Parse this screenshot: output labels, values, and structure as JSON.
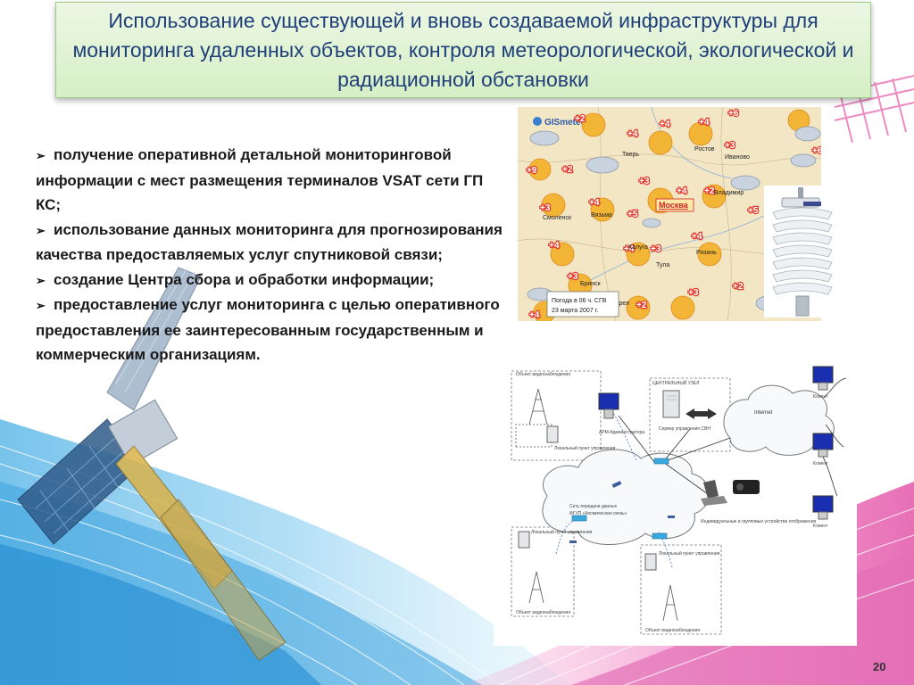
{
  "slide": {
    "title": "Использование существующей и вновь создаваемой инфраструктуры для мониторинга удаленных объектов, контроля метеорологической, экологической и радиационной обстановки",
    "bullets": [
      "получение оперативной  детальной мониторинговой информации с мест размещения терминалов VSAT сети ГП КС;",
      "использование данных мониторинга для прогнозирования  качества предоставляемых услуг спутниковой связи;",
      "создание Центра сбора и обработки информации;",
      "предоставление услуг мониторинга с целью оперативного предоставления ее заинтересованным государственным и коммерческим  организациям."
    ],
    "page_number": "20"
  },
  "weather_map": {
    "logo": "GISmeteo.ru",
    "highlight_city": "Москва",
    "cities": [
      "Тверь",
      "Ростов",
      "Иваново",
      "Владимир",
      "Смоленск",
      "Вязьма",
      "Калуга",
      "Тула",
      "Рязань",
      "Брянск",
      "Орел"
    ],
    "temperatures": [
      "+2",
      "+4",
      "+4",
      "+6",
      "+4",
      "+3",
      "+6",
      "+9",
      "+2",
      "+3",
      "+4",
      "+3",
      "+2",
      "+4",
      "+5",
      "+5",
      "+4",
      "+4",
      "+3",
      "+4",
      "+3",
      "+2",
      "+3",
      "+4",
      "+2"
    ],
    "caption_line1": "Погода в 06 ч. СГВ",
    "caption_line2": "23 марта 2007 г."
  },
  "network_diagram": {
    "internet_label": "Internet",
    "central_node_label": "ЦЕНТРАЛЬНЫЙ УЗЕЛ",
    "server_label": "Сервер управления СВН",
    "arm_label": "АРМ Администратора",
    "network_label_line1": "Сеть передачи данных",
    "network_label_line2": "ФГУП «Космическая связь»",
    "client_label": "Клиент",
    "display_devices_label": "Индивидуальные и групповые устройства отображения",
    "object_label": "Объект видеонаблюдения",
    "local_point_label": "Локальный пункт управления"
  },
  "colors": {
    "title_text": "#1f3f7a",
    "title_bg": "#d6efc5",
    "map_bg": "#f3e6c4",
    "temp_red": "#e23a2c",
    "moscow_red": "#d02020"
  }
}
